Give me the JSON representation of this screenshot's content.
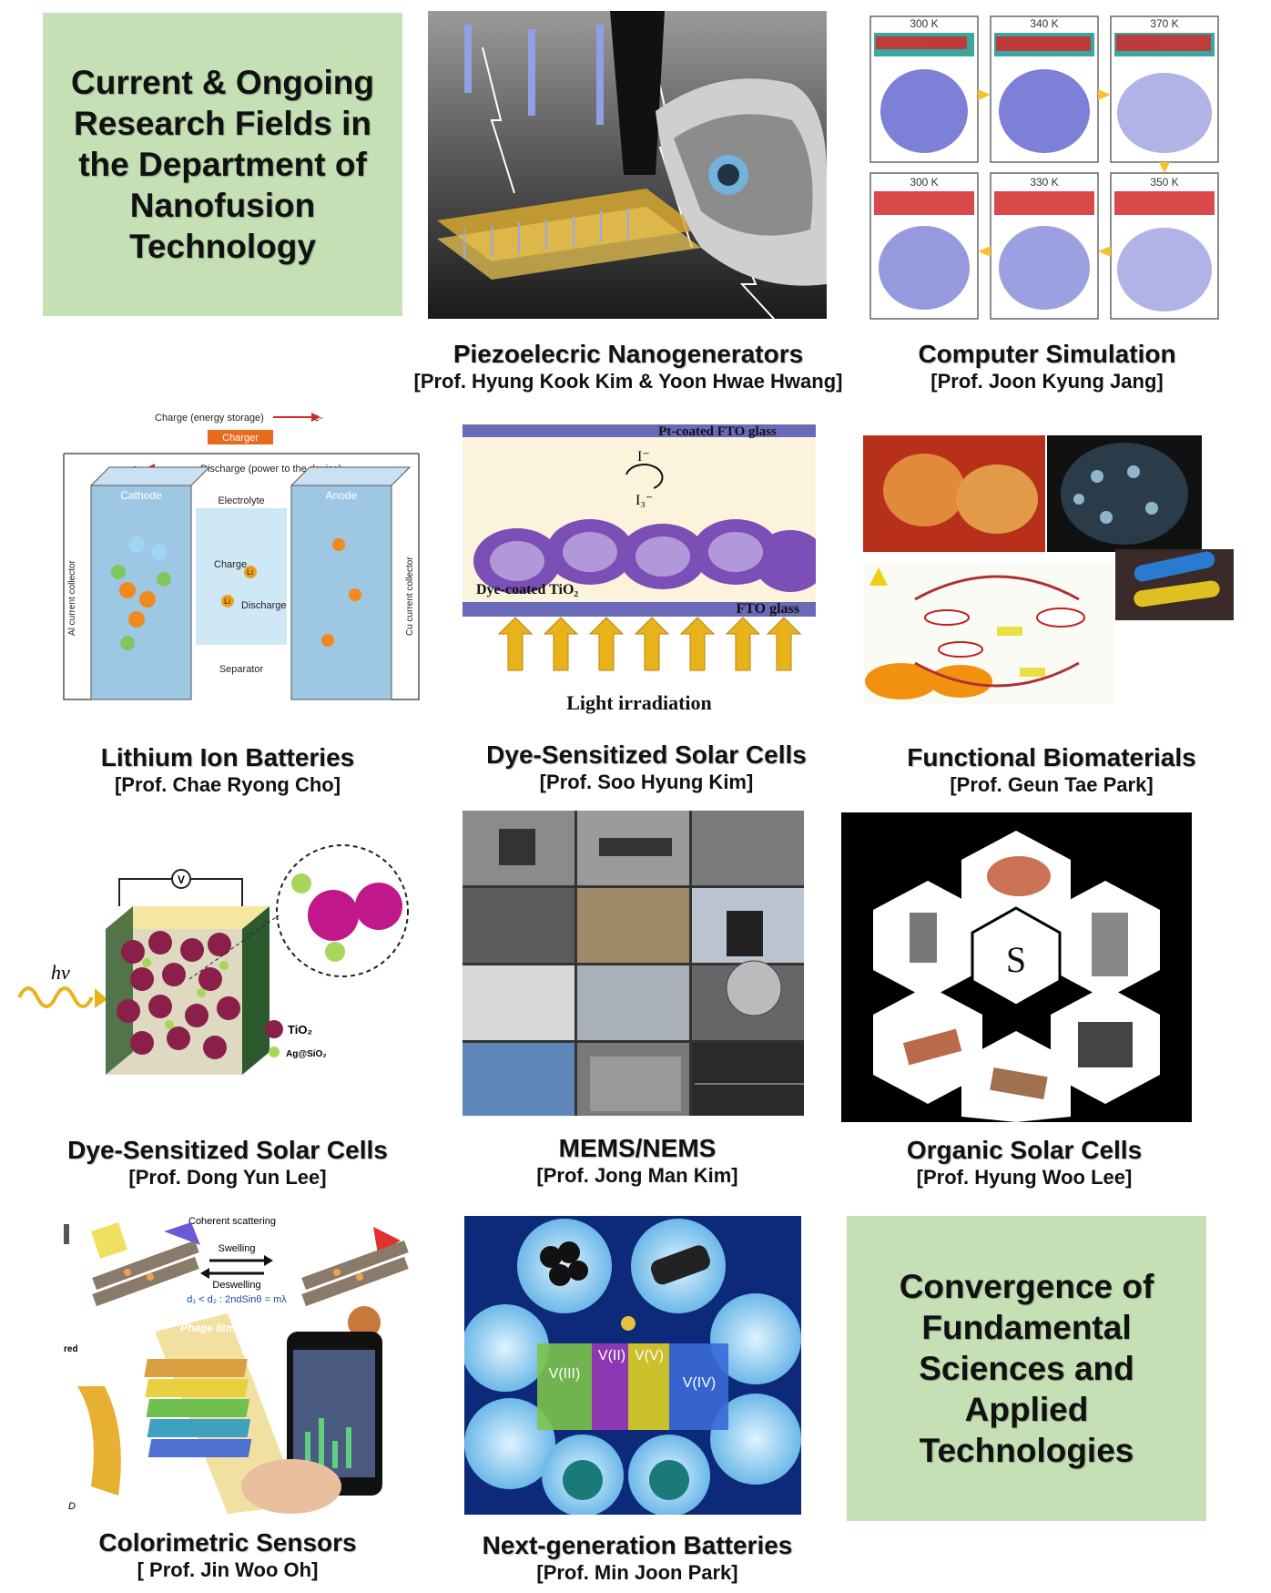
{
  "intro_box": {
    "title": "Current & Ongoing Research Fields in the Department of Nanofusion Technology"
  },
  "closing_box": {
    "title": "Convergence of Fundamental Sciences and Applied Technologies"
  },
  "panels": {
    "piezo": {
      "title": "Piezoelecric Nanogenerators",
      "professor": "[Prof. Hyung Kook Kim & Yoon Hwae Hwang]"
    },
    "simulation": {
      "title": "Computer Simulation",
      "professor": "[Prof. Joon Kyung Jang]",
      "temps": [
        "300 K",
        "340 K",
        "370 K",
        "300 K",
        "330 K",
        "350 K"
      ]
    },
    "lithium": {
      "title": "Lithium Ion Batteries",
      "professor": "[Prof. Chae Ryong Cho]",
      "labels": {
        "charge_storage": "Charge (energy storage)",
        "charger": "Charger",
        "discharge": "Discharge (power to the device)",
        "cathode": "Cathode",
        "anode": "Anode",
        "electrolyte": "Electrolyte",
        "charge": "Charge",
        "discharge_short": "Discharge",
        "separator": "Separator",
        "al_collector": "Al current collector",
        "cu_collector": "Cu current collector",
        "li": "Li",
        "electron": "e-"
      }
    },
    "dssc_kim": {
      "title": "Dye-Sensitized Solar Cells",
      "professor": "[Prof. Soo Hyung Kim]",
      "labels": {
        "top_glass": "Pt-coated FTO glass",
        "dye_layer": "Dye-coated TiO₂",
        "fto": "FTO glass",
        "light": "Light irradiation",
        "iodide": "I⁻",
        "triiodide": "I₃⁻"
      }
    },
    "biomaterials": {
      "title": "Functional Biomaterials",
      "professor": "[Prof. Geun Tae Park]"
    },
    "dssc_lee": {
      "title": "Dye-Sensitized Solar Cells",
      "professor": "[Prof. Dong Yun Lee]",
      "labels": {
        "hv": "hv",
        "v": "V",
        "tio2": "TiO₂",
        "agsio2": "Ag@SiO₂"
      }
    },
    "mems": {
      "title": "MEMS/NEMS",
      "professor": "[Prof. Jong Man Kim]"
    },
    "organic": {
      "title": "Organic Solar Cells",
      "professor": "[Prof. Hyung Woo Lee]"
    },
    "colorimetric": {
      "title": "Colorimetric Sensors",
      "professor": "[ Prof. Jin Woo Oh]",
      "labels": {
        "coherent": "Coherent scattering",
        "swelling": "Swelling",
        "deswelling": "Deswelling",
        "bragg": "d₁ < d₂ : 2ndSinθ = mλ",
        "phage": "Phage litmus",
        "red": "red",
        "d": "D"
      }
    },
    "batteries": {
      "title": "Next-generation Batteries",
      "professor": "[Prof. Min Joon Park]",
      "labels": [
        "V(III)",
        "V(II)",
        "V(V)",
        "V(IV)"
      ]
    }
  },
  "colors": {
    "box_green": "#c5e0b4",
    "purple_atom": "#6b6fd0",
    "battery_blue": "#9ec7e4",
    "arrow_yellow": "#e8b21a"
  }
}
